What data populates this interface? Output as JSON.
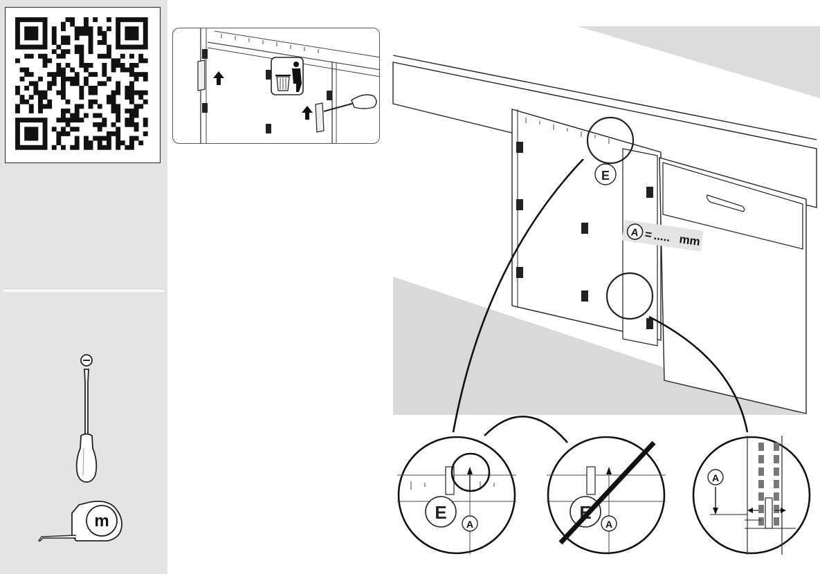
{
  "measure": {
    "label_letter": "A",
    "equals": "=",
    "dots": ".....",
    "unit": "mm"
  },
  "details": {
    "left_label": "A",
    "middle_label": "A",
    "right_label": "A",
    "cam_letter": "E"
  },
  "tools": {
    "tape_letter": "m",
    "screwdriver_type": "flat"
  },
  "icons": [
    "qr-code-icon",
    "screwdriver-icon",
    "tape-measure-icon",
    "trash-bin-icon",
    "up-arrow-icon"
  ]
}
